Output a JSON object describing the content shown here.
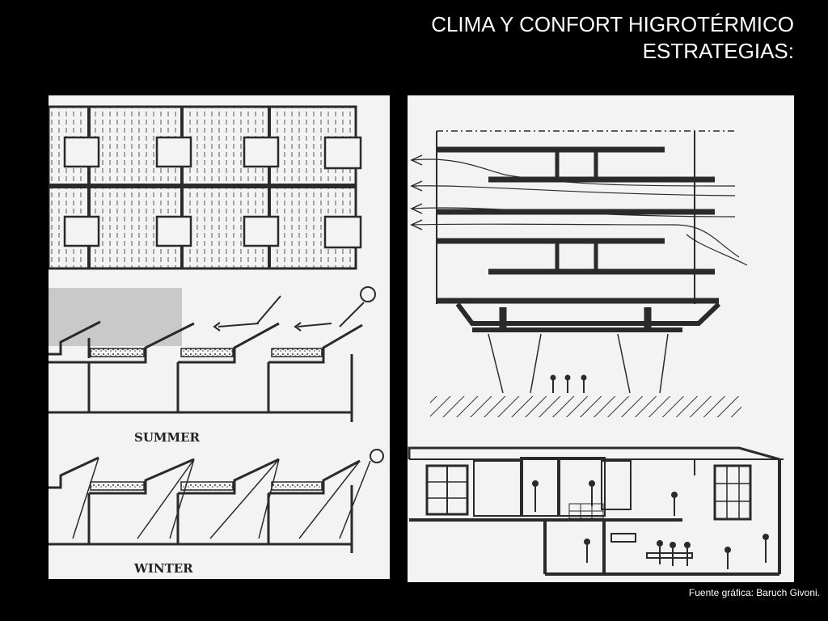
{
  "slide": {
    "title_line1": "CLIMA Y CONFORT HIGROTÉRMICO",
    "title_line2": "ESTRATEGIAS:",
    "credit": "Fuente gráfica: Baruch Givoni."
  },
  "left_figure": {
    "summer_label": "SUMMER",
    "winter_label": "WINTER"
  },
  "colors": {
    "background": "#000000",
    "paper": "#f3f3f3",
    "ink": "#2a2a2a"
  }
}
